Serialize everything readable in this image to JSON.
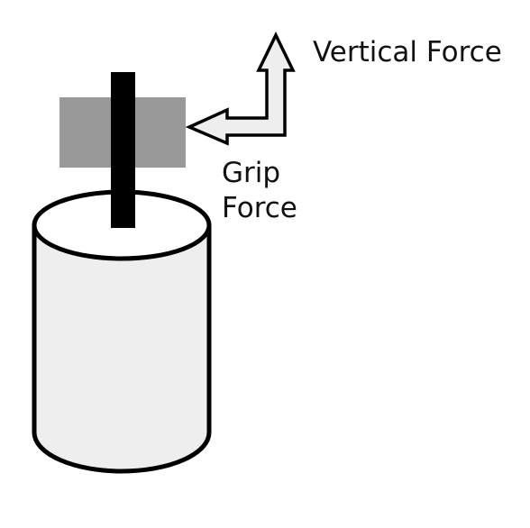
{
  "labels": {
    "vertical_force": "Vertical Force",
    "grip_force_line1": "Grip",
    "grip_force_line2": "Force"
  },
  "colors": {
    "cylinder_fill": "#eeeeee",
    "cylinder_stroke": "#000000",
    "grip_block": "#999999",
    "rod": "#000000",
    "arrow_fill": "#eeeeee",
    "arrow_stroke": "#000000",
    "text": "#111111"
  }
}
